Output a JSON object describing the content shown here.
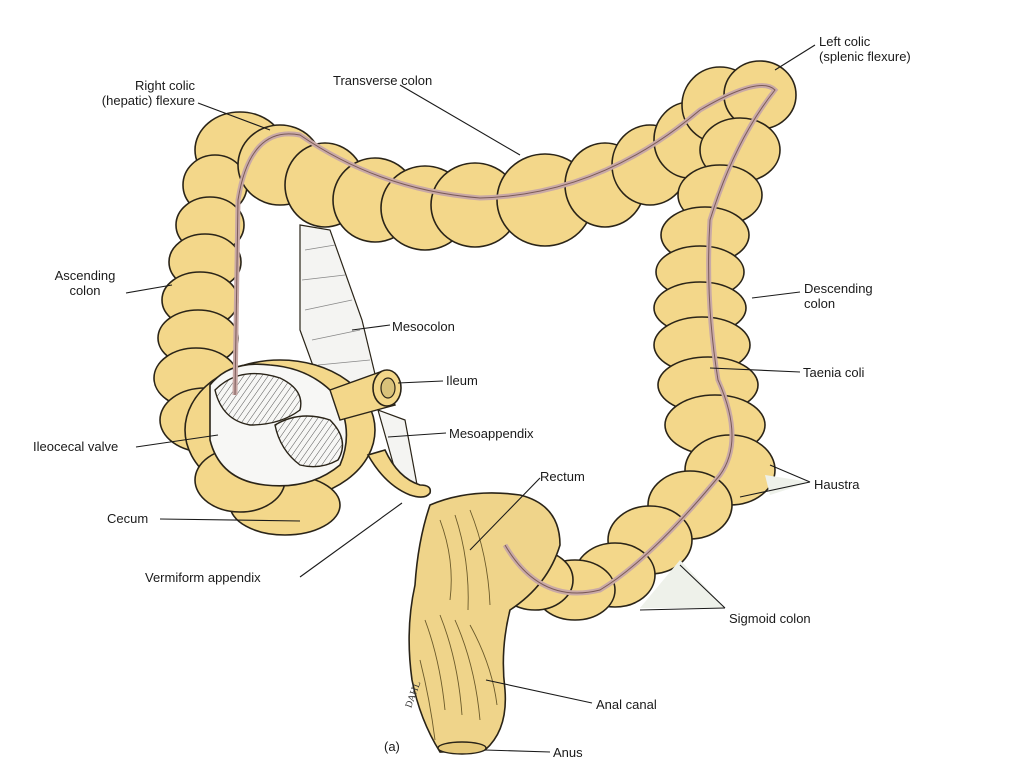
{
  "figure": {
    "panel_label": "(a)",
    "artist_signature": "DAHL",
    "colors": {
      "colon_fill": "#f3d78a",
      "colon_stroke": "#2a2418",
      "taenia": "#c9a9a6",
      "rectum_fill": "#efd48a",
      "mesentery": "#f4f4f2",
      "mucosa": "#b8b8b4"
    },
    "labels": {
      "left_colic": "Left colic",
      "splenic_flexure": "(splenic flexure)",
      "transverse_colon": "Transverse colon",
      "right_colic": "Right colic",
      "hepatic_flexure": "(hepatic) flexure",
      "ascending_1": "Ascending",
      "ascending_2": "colon",
      "descending_1": "Descending",
      "descending_2": "colon",
      "mesocolon": "Mesocolon",
      "ileum": "Ileum",
      "taenia_coli": "Taenia coli",
      "ileocecal_valve": "Ileocecal valve",
      "mesoappendix": "Mesoappendix",
      "rectum": "Rectum",
      "haustra": "Haustra",
      "cecum": "Cecum",
      "vermiform_appendix": "Vermiform appendix",
      "sigmoid_colon": "Sigmoid colon",
      "anal_canal": "Anal canal",
      "anus": "Anus"
    }
  }
}
